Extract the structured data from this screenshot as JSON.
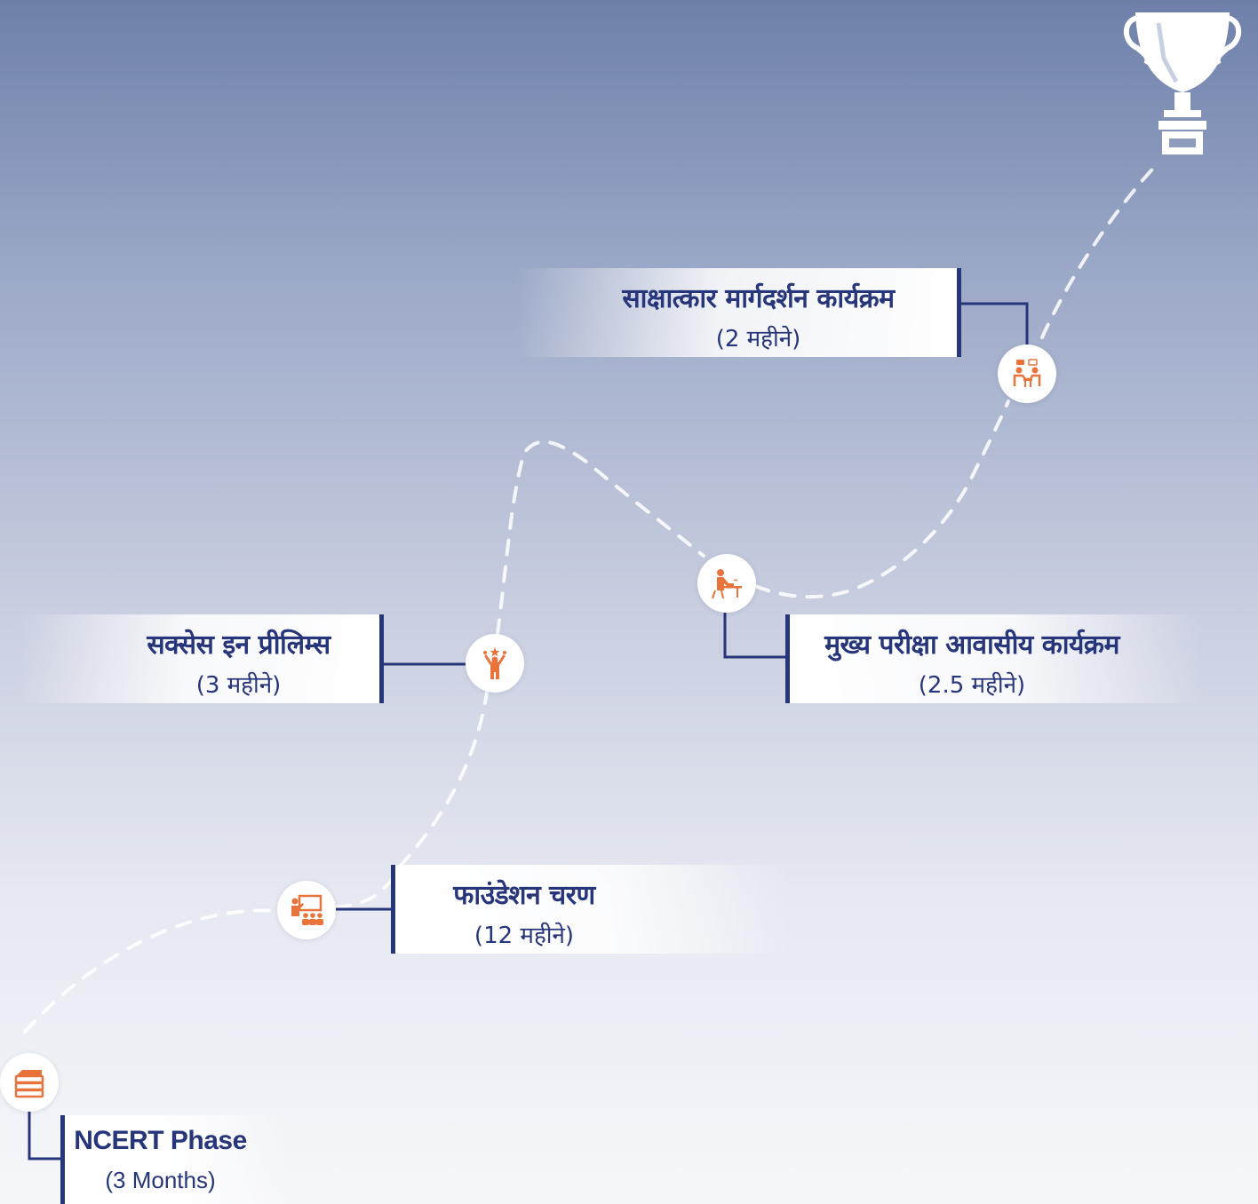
{
  "colors": {
    "navy": "#27357a",
    "orange": "#e8743b",
    "path": "#ffffff"
  },
  "stages": [
    {
      "id": "ncert",
      "title": "NCERT Phase",
      "duration": "(3 Months)",
      "icon": "books-stack-icon"
    },
    {
      "id": "foundation",
      "title": "फाउंडेशन चरण",
      "duration": "(12 महीने)",
      "icon": "teacher-classroom-icon"
    },
    {
      "id": "prelims",
      "title": "सक्सेस इन प्रीलिम्स",
      "duration": "(3 महीने)",
      "icon": "winner-celebration-icon"
    },
    {
      "id": "mains",
      "title": "मुख्य परीक्षा आवासीय कार्यक्रम",
      "duration": "(2.5 महीने)",
      "icon": "student-desk-study-icon"
    },
    {
      "id": "interview",
      "title": "साक्षात्कार मार्गदर्शन कार्यक्रम",
      "duration": "(2 महीने)",
      "icon": "interview-discussion-icon"
    }
  ],
  "goal_icon": "trophy-icon"
}
